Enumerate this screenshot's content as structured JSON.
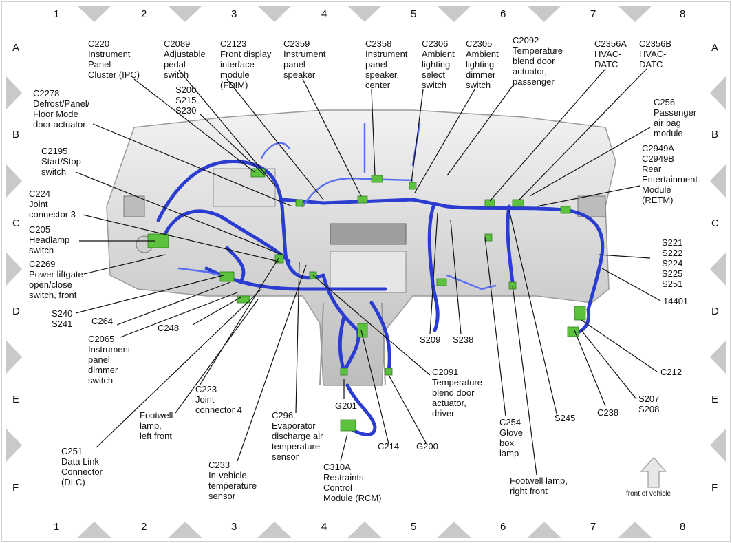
{
  "grid": {
    "columns": [
      "1",
      "2",
      "3",
      "4",
      "5",
      "6",
      "7",
      "8"
    ],
    "rows": [
      "A",
      "B",
      "C",
      "D",
      "E",
      "F"
    ]
  },
  "labels": {
    "c220": [
      "C220",
      "Instrument",
      "Panel",
      "Cluster (IPC)"
    ],
    "c2089": [
      "C2089",
      "Adjustable",
      "pedal",
      "switch"
    ],
    "c2123": [
      "C2123",
      "Front display",
      "interface",
      "module",
      "(FDIM)"
    ],
    "c2359": [
      "C2359",
      "Instrument",
      "panel",
      "speaker"
    ],
    "c2358": [
      "C2358",
      "Instrument",
      "panel",
      "speaker,",
      "center"
    ],
    "c2306": [
      "C2306",
      "Ambient",
      "lighting",
      "select",
      "switch"
    ],
    "c2305": [
      "C2305",
      "Ambient",
      "lighting",
      "dimmer",
      "switch"
    ],
    "c2092": [
      "C2092",
      "Temperature",
      "blend door",
      "actuator,",
      "passenger"
    ],
    "c2356a": [
      "C2356A",
      "HVAC-",
      "DATC"
    ],
    "c2356b": [
      "C2356B",
      "HVAC-",
      "DATC"
    ],
    "c2278": [
      "C2278",
      "Defrost/Panel/",
      "Floor Mode",
      "door actuator"
    ],
    "s200": [
      "S200",
      "S215",
      "S230"
    ],
    "c256": [
      "C256",
      "Passenger",
      "air bag",
      "module"
    ],
    "c2195": [
      "C2195",
      "Start/Stop",
      "switch"
    ],
    "c2949": [
      "C2949A",
      "C2949B",
      "Rear",
      "Entertainment",
      "Module",
      "(RETM)"
    ],
    "c224": [
      "C224",
      "Joint",
      "connector 3"
    ],
    "c205": [
      "C205",
      "Headlamp",
      "switch"
    ],
    "c2269": [
      "C2269",
      "Power liftgate",
      "open/close",
      "switch, front"
    ],
    "s221": [
      "S221",
      "S222",
      "S224",
      "S225",
      "S251"
    ],
    "s240": [
      "S240",
      "S241"
    ],
    "c264": [
      "C264"
    ],
    "c248": [
      "C248"
    ],
    "n14401": [
      "14401"
    ],
    "c2065": [
      "C2065",
      "Instrument",
      "panel",
      "dimmer",
      "switch"
    ],
    "s209": [
      "S209"
    ],
    "s238": [
      "S238"
    ],
    "c2091": [
      "C2091",
      "Temperature",
      "blend door",
      "actuator,",
      "driver"
    ],
    "c212": [
      "C212"
    ],
    "c223": [
      "C223",
      "Joint",
      "connector 4"
    ],
    "g201": [
      "G201"
    ],
    "c238": [
      "C238"
    ],
    "s207": [
      "S207",
      "S208"
    ],
    "s245": [
      "S245"
    ],
    "footwell_lf": [
      "Footwell",
      "lamp,",
      "left front"
    ],
    "c296": [
      "C296",
      "Evaporator",
      "discharge air",
      "temperature",
      "sensor"
    ],
    "c254": [
      "C254",
      "Glove",
      "box",
      "lamp"
    ],
    "c214": [
      "C214"
    ],
    "g200": [
      "G200"
    ],
    "c251": [
      "C251",
      "Data Link",
      "Connector",
      "(DLC)"
    ],
    "c233": [
      "C233",
      "In-vehicle",
      "temperature",
      "sensor"
    ],
    "c310a": [
      "C310A",
      "Restraints",
      "Control",
      "Module (RCM)"
    ],
    "footwell_rf": [
      "Footwell lamp,",
      "right front"
    ],
    "front_of_vehicle": [
      "front of vehicle"
    ]
  },
  "colors": {
    "harness": "#2b3dd1",
    "connector": "#5cc23e",
    "panel": "#d9d9d9",
    "border": "#c8c8c8"
  }
}
